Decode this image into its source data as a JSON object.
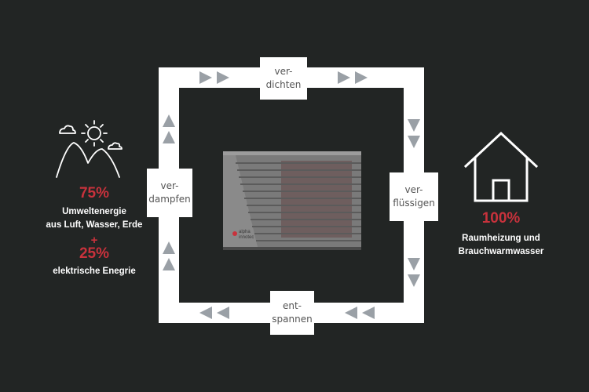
{
  "stages": {
    "compress": [
      "ver-",
      "dichten"
    ],
    "condense": [
      "ver-",
      "flüssigen"
    ],
    "expand": [
      "ent-",
      "spannen"
    ],
    "evaporate": [
      "ver-",
      "dampfen"
    ]
  },
  "device": {
    "brand": [
      "alpha",
      "innotec"
    ]
  },
  "left": {
    "percent_env": "75%",
    "env_label": [
      "Umweltenergie",
      "aus Luft, Wasser, Erde"
    ],
    "plus": "+",
    "percent_el": "25%",
    "el_label": "elektrische Enegrie"
  },
  "right": {
    "percent": "100%",
    "label": [
      "Raumheizung und",
      "Brauchwarmwasser"
    ]
  },
  "colors": {
    "background": "#222524",
    "accent": "#c8323c",
    "loop": "#ffffff",
    "arrow": "#9aa0a6",
    "device_body": "#767676"
  },
  "icons": [
    "sun-icon",
    "cloud-icon",
    "mountains-icon",
    "house-icon",
    "arrow-right-icon",
    "arrow-down-icon",
    "arrow-left-icon",
    "arrow-up-icon"
  ]
}
